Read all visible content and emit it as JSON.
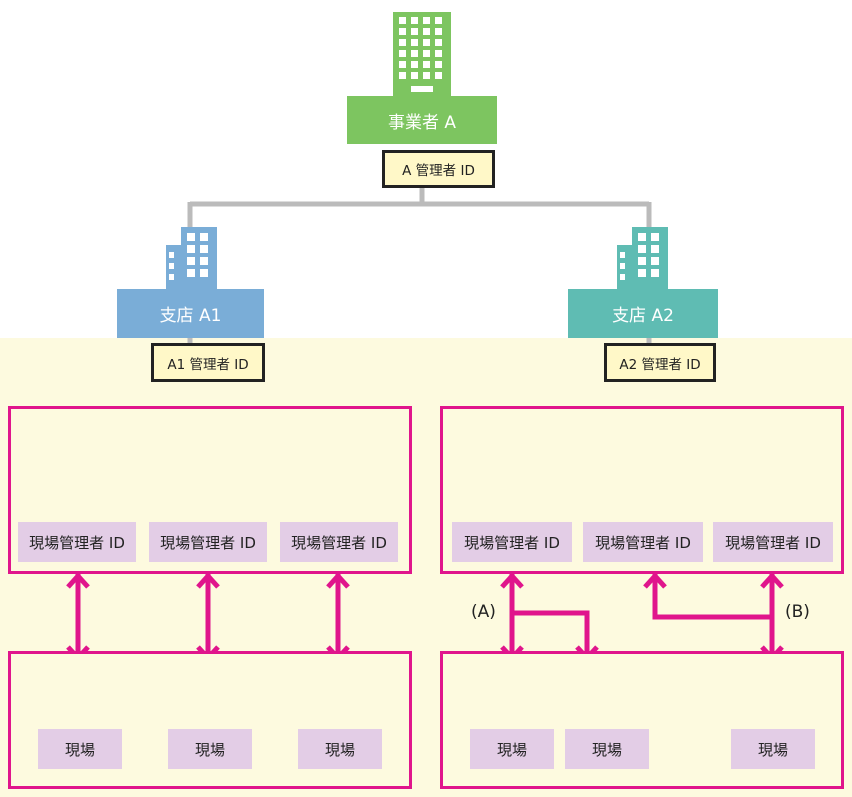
{
  "hq": {
    "label": "事業者 A",
    "id_label": "A 管理者 ID",
    "color": "#7dc560"
  },
  "branches": [
    {
      "label": "支店 A1",
      "id_label": "A1 管理者 ID",
      "color": "#7aadd7"
    },
    {
      "label": "支店 A2",
      "id_label": "A2 管理者 ID",
      "color": "#5fbcb3"
    }
  ],
  "branch_a1": {
    "managers": [
      "現場管理者 ID",
      "現場管理者 ID",
      "現場管理者 ID"
    ],
    "sites": [
      "現場",
      "現場",
      "現場"
    ]
  },
  "branch_a2": {
    "managers": [
      "現場管理者 ID",
      "現場管理者 ID",
      "現場管理者 ID"
    ],
    "sites": [
      "現場",
      "現場",
      "現場"
    ]
  },
  "annotations": {
    "a": "(A)",
    "b": "(B)"
  },
  "colors": {
    "link": "#e0158c",
    "tree": "#bbbbbb",
    "icon": "#e3cde6"
  },
  "icons": {
    "building": "office-building-icon",
    "worker": "hardhat-worker-icon",
    "site": "wheelbarrow-icon"
  }
}
